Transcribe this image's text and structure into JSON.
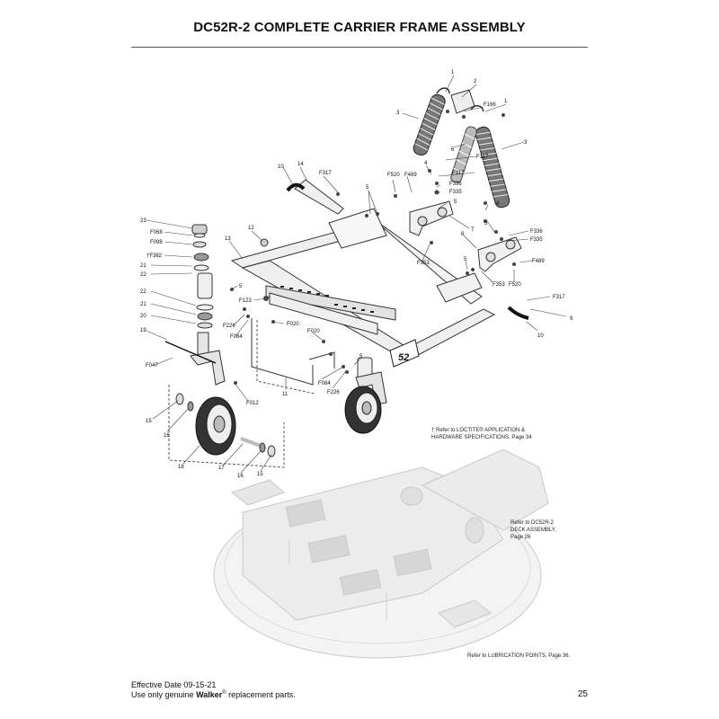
{
  "title": "DC52R-2 COMPLETE CARRIER FRAME ASSEMBLY",
  "notes": {
    "loctite": "† Refer to LOCTITE® APPLICATION & HARDWARE SPECIFICATIONS, Page 34",
    "deck_ref": "Refer to DC52R-2 DECK ASSEMBLY, Page 26",
    "lubrication": "Refer to LUBRICATION POINTS, Page 36."
  },
  "frame_badge": "52",
  "callouts": [
    {
      "id": "c-1a",
      "text": "1"
    },
    {
      "id": "c-2",
      "text": "2"
    },
    {
      "id": "c-f166",
      "text": "F166"
    },
    {
      "id": "c-1b",
      "text": "1"
    },
    {
      "id": "c-3a",
      "text": "3"
    },
    {
      "id": "c-6",
      "text": "6"
    },
    {
      "id": "c-3b",
      "text": "3"
    },
    {
      "id": "c-f117a",
      "text": "F117"
    },
    {
      "id": "c-f117b",
      "text": "F117"
    },
    {
      "id": "c-4a",
      "text": "4"
    },
    {
      "id": "c-f520a",
      "text": "F520"
    },
    {
      "id": "c-f489a",
      "text": "F489"
    },
    {
      "id": "c-f336a",
      "text": "F336"
    },
    {
      "id": "c-f335a",
      "text": "F335"
    },
    {
      "id": "c-10a",
      "text": "10"
    },
    {
      "id": "c-14",
      "text": "14"
    },
    {
      "id": "c-f317a",
      "text": "F317"
    },
    {
      "id": "c-5a",
      "text": "5"
    },
    {
      "id": "c-5b",
      "text": "5"
    },
    {
      "id": "c-7",
      "text": "7"
    },
    {
      "id": "c-4b",
      "text": "4"
    },
    {
      "id": "c-23",
      "text": "23"
    },
    {
      "id": "c-f068",
      "text": "F068"
    },
    {
      "id": "c-f098",
      "text": "F098"
    },
    {
      "id": "c-f382",
      "text": "†F382"
    },
    {
      "id": "c-21a",
      "text": "21"
    },
    {
      "id": "c-22a",
      "text": "22"
    },
    {
      "id": "c-12",
      "text": "12"
    },
    {
      "id": "c-13",
      "text": "13"
    },
    {
      "id": "c-5c",
      "text": "5"
    },
    {
      "id": "c-f336b",
      "text": "F336"
    },
    {
      "id": "c-f335b",
      "text": "F335"
    },
    {
      "id": "c-6b",
      "text": "6"
    },
    {
      "id": "c-f353a",
      "text": "F353"
    },
    {
      "id": "c-f489b",
      "text": "F489"
    },
    {
      "id": "c-5d",
      "text": "5"
    },
    {
      "id": "c-f353b",
      "text": "F353"
    },
    {
      "id": "c-f520b",
      "text": "F520"
    },
    {
      "id": "c-5e",
      "text": "5"
    },
    {
      "id": "c-f123",
      "text": "F123"
    },
    {
      "id": "c-22b",
      "text": "22"
    },
    {
      "id": "c-21b",
      "text": "21"
    },
    {
      "id": "c-20",
      "text": "20"
    },
    {
      "id": "c-f226a",
      "text": "F226"
    },
    {
      "id": "c-f084a",
      "text": "F084"
    },
    {
      "id": "c-f020a",
      "text": "F020"
    },
    {
      "id": "c-f020b",
      "text": "F020"
    },
    {
      "id": "c-f317b",
      "text": "F317"
    },
    {
      "id": "c-9",
      "text": "9"
    },
    {
      "id": "c-10b",
      "text": "10"
    },
    {
      "id": "c-19",
      "text": "19"
    },
    {
      "id": "c-f047",
      "text": "F047"
    },
    {
      "id": "c-5f",
      "text": "5"
    },
    {
      "id": "c-f084b",
      "text": "F084"
    },
    {
      "id": "c-f226b",
      "text": "F226"
    },
    {
      "id": "c-11",
      "text": "11"
    },
    {
      "id": "c-f012",
      "text": "F012"
    },
    {
      "id": "c-15a",
      "text": "15"
    },
    {
      "id": "c-16a",
      "text": "16"
    },
    {
      "id": "c-18",
      "text": "18"
    },
    {
      "id": "c-17",
      "text": "17"
    },
    {
      "id": "c-16b",
      "text": "16"
    },
    {
      "id": "c-15b",
      "text": "15"
    }
  ],
  "footer": {
    "effective_date": "Effective Date 09-15-21",
    "parts_prefix": "Use only genuine ",
    "brand": "Walker",
    "reg_mark": "®",
    "parts_suffix": " replacement parts.",
    "page_number": "25"
  }
}
